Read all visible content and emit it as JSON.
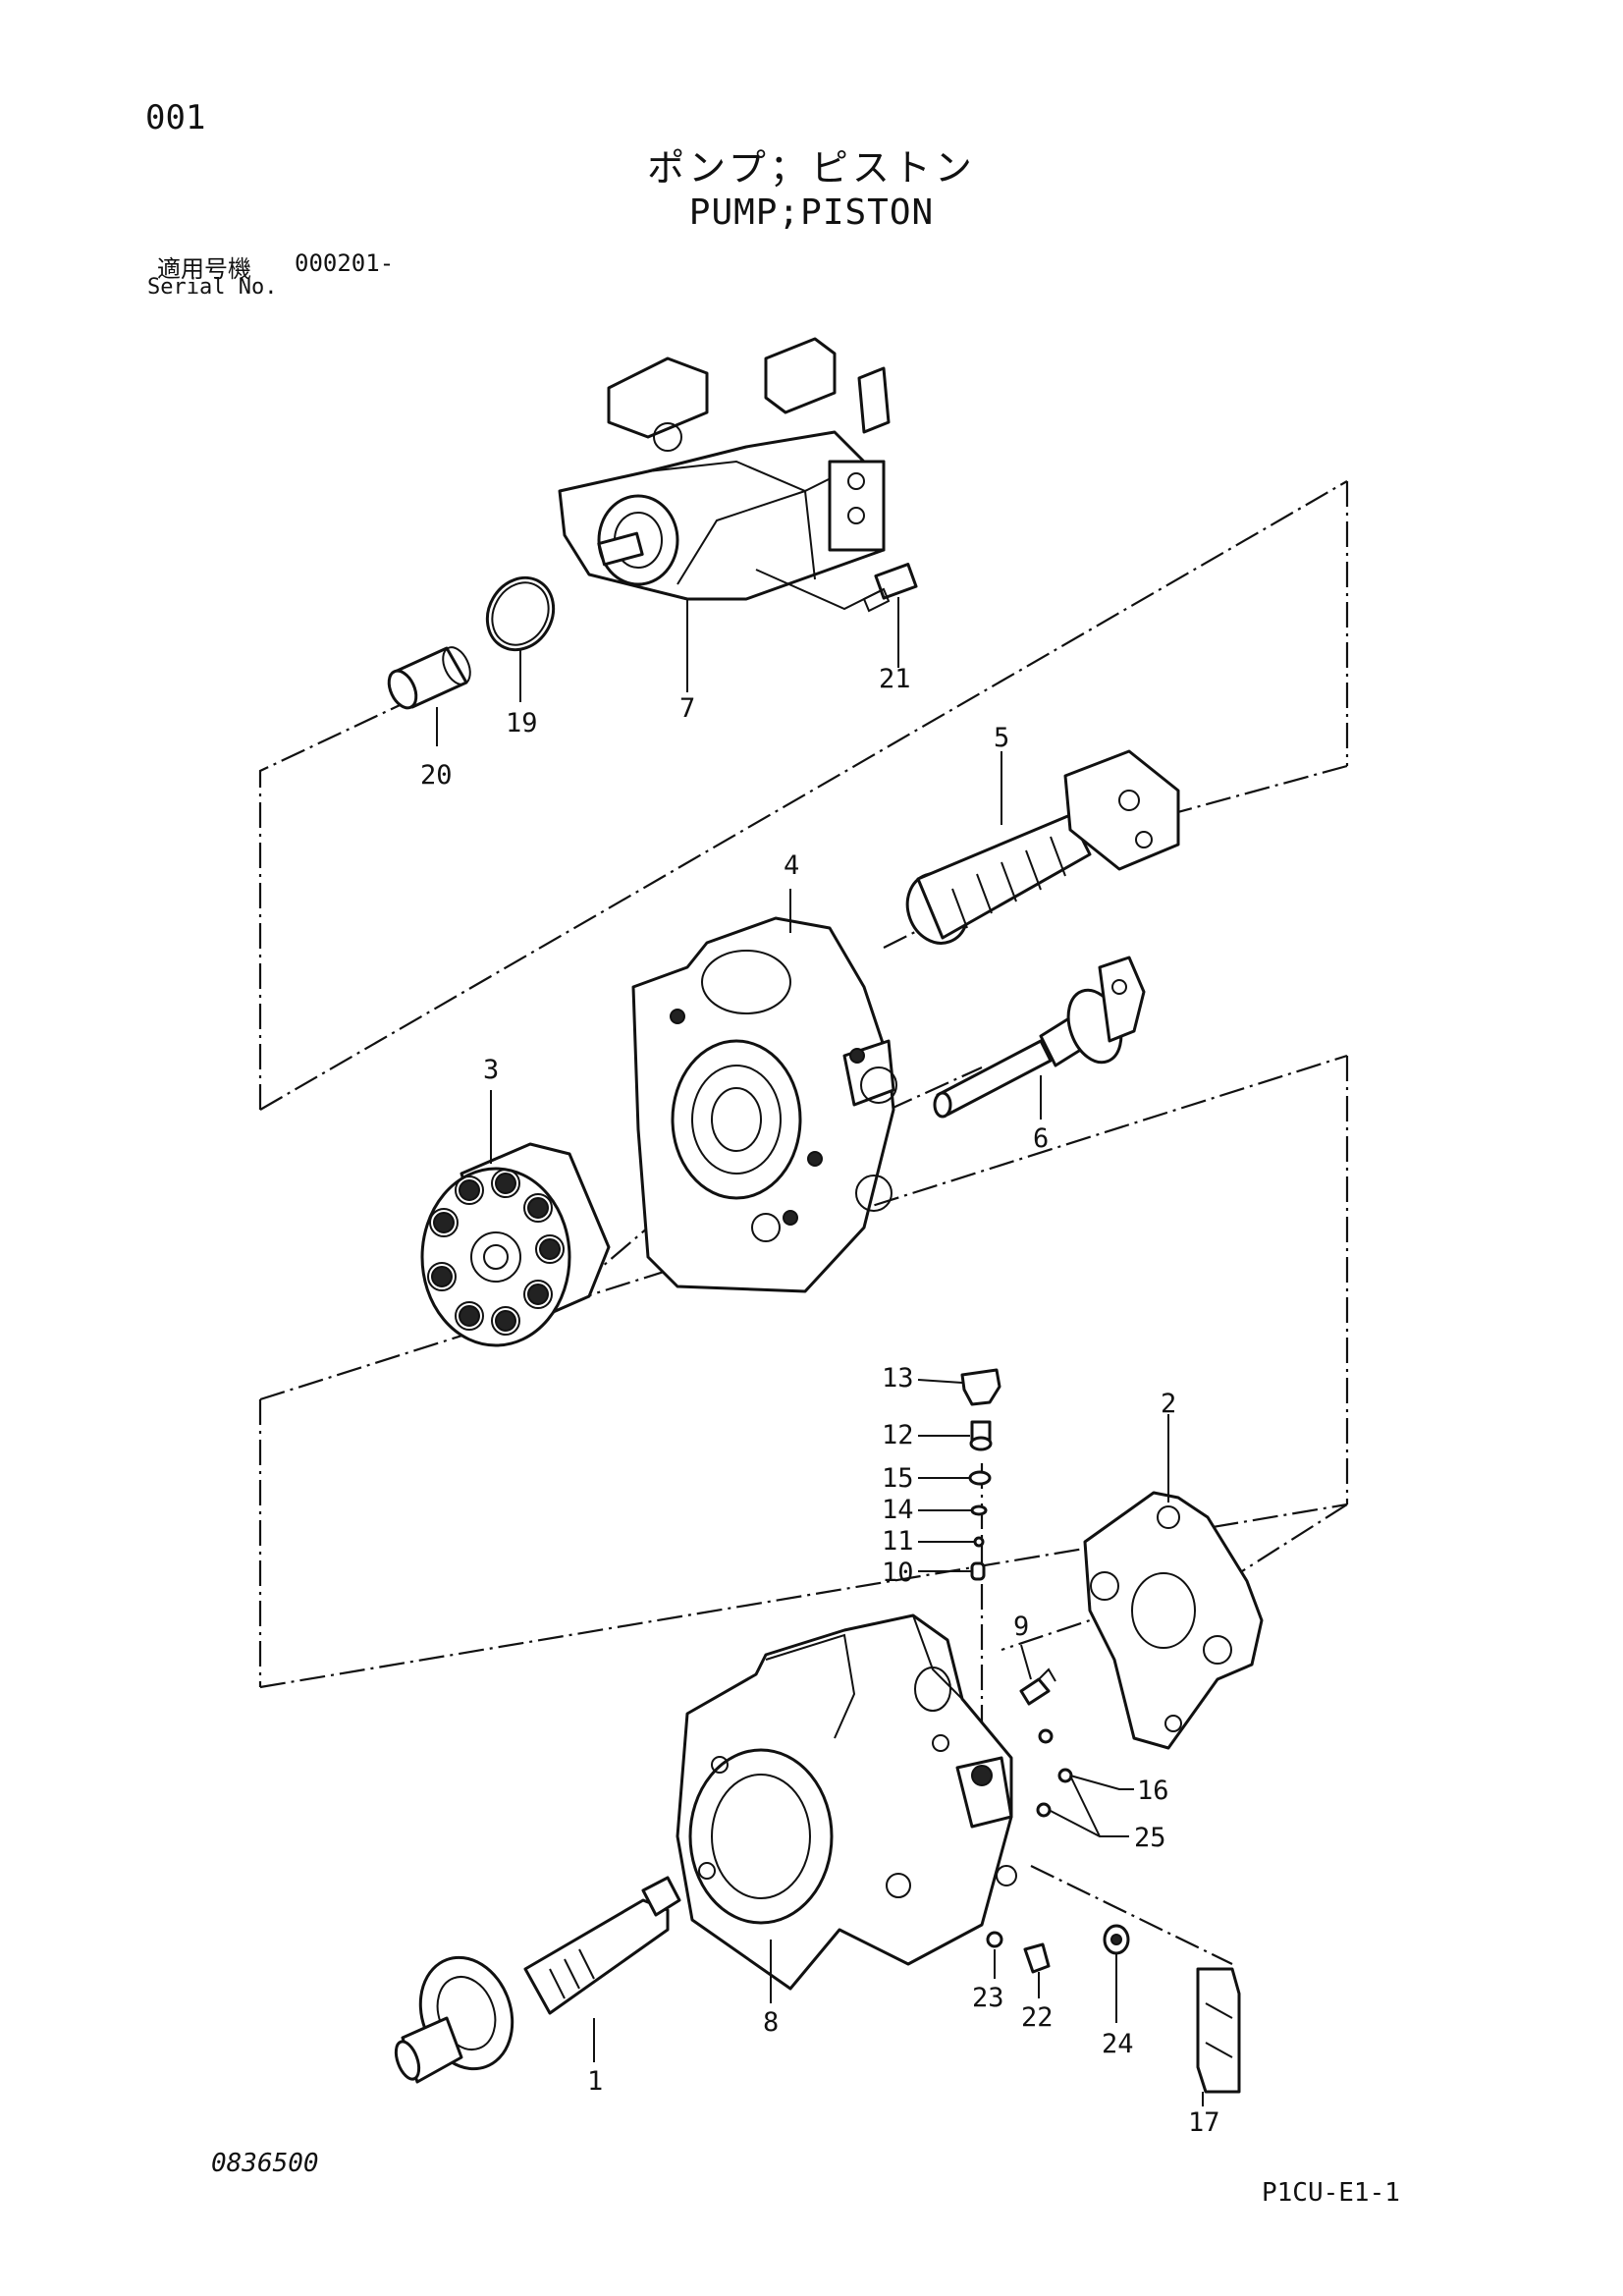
{
  "header": {
    "page_number": "001",
    "title_jp": "ポンプ；ピストン",
    "title_en": "PUMP;PISTON",
    "serial_label_jp": "適用号機",
    "serial_value": "000201-",
    "serial_label_en": "Serial No."
  },
  "callouts": {
    "c1": "1",
    "c2": "2",
    "c3": "3",
    "c4": "4",
    "c5": "5",
    "c6": "6",
    "c7": "7",
    "c8": "8",
    "c9": "9",
    "c10": "10",
    "c11": "11",
    "c12": "12",
    "c13": "13",
    "c14": "14",
    "c15": "15",
    "c16": "16",
    "c17": "17",
    "c19": "19",
    "c20": "20",
    "c21": "21",
    "c22": "22",
    "c23": "23",
    "c24": "24",
    "c25": "25"
  },
  "footer": {
    "figure_number": "0836500",
    "page_code": "P1CU-E1-1"
  }
}
